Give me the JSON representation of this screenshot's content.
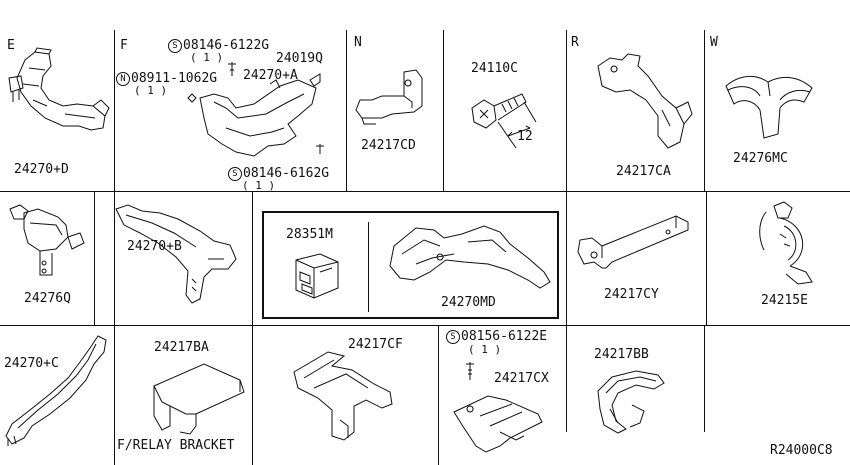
{
  "sections": {
    "E": {
      "letter": "E",
      "part": "24270+D"
    },
    "F": {
      "letter": "F",
      "parts": {
        "bolt1": "08146-6122G",
        "bolt1_qty": "( 1 )",
        "nut": "08911-1062G",
        "nut_qty": "( 1 )",
        "clip": "24019Q",
        "harness": "24270+A",
        "bolt2": "08146-6162G",
        "bolt2_qty": "( 1 )"
      },
      "marks": {
        "s": "S",
        "n": "N"
      }
    },
    "N": {
      "letter": "N",
      "part": "24217CD"
    },
    "screw": {
      "part": "24110C",
      "dim": "12"
    },
    "R": {
      "letter": "R",
      "part": "24217CA"
    },
    "W": {
      "letter": "W",
      "part": "24276MC"
    },
    "r2c1": {
      "part": "24276Q"
    },
    "r2c2": {
      "part": "24270+B"
    },
    "included": {
      "title": "INCLUDED WITH 24078",
      "left_part": "28351M",
      "right_part": "24270MD"
    },
    "r2c5": {
      "part": "24217CY"
    },
    "r2c6": {
      "part": "24215E"
    },
    "r3c1": {
      "part": "24270+C"
    },
    "r3c2": {
      "part": "24217BA",
      "caption": "F/RELAY BRACKET"
    },
    "r3c3": {
      "part": "24217CF"
    },
    "r3c4": {
      "bolt": "08156-6122E",
      "bolt_qty": "( 1 )",
      "part": "24217CX",
      "mark": "S"
    },
    "r3c5": {
      "part": "24217BB"
    }
  },
  "footer": {
    "ref": "R24000C8"
  }
}
